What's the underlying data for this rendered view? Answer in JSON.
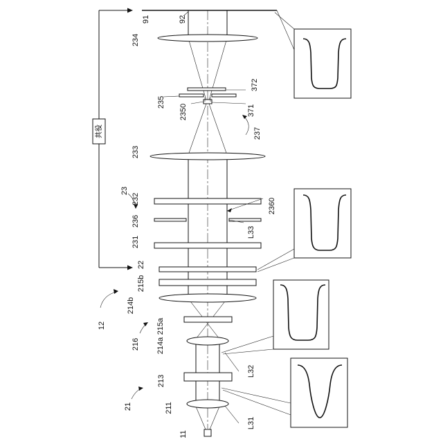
{
  "diagram": {
    "conjugate_label": "共役",
    "labels": {
      "l91": "91",
      "l92": "92",
      "l234": "234",
      "l235": "235",
      "l350": "2350",
      "l372": "372",
      "l371": "371",
      "l237": "237",
      "l233": "233",
      "l23": "23",
      "l232": "232",
      "l236": "236",
      "l360": "2360",
      "l231": "231",
      "l33": "L33",
      "l22": "22",
      "l215b": "215b",
      "l214b": "214b",
      "l12": "12",
      "l215a": "215a",
      "l216": "216",
      "l214a": "214a",
      "l32": "L32",
      "l213": "213",
      "l21": "21",
      "l211": "211",
      "l31": "L31",
      "l11": "11"
    }
  }
}
